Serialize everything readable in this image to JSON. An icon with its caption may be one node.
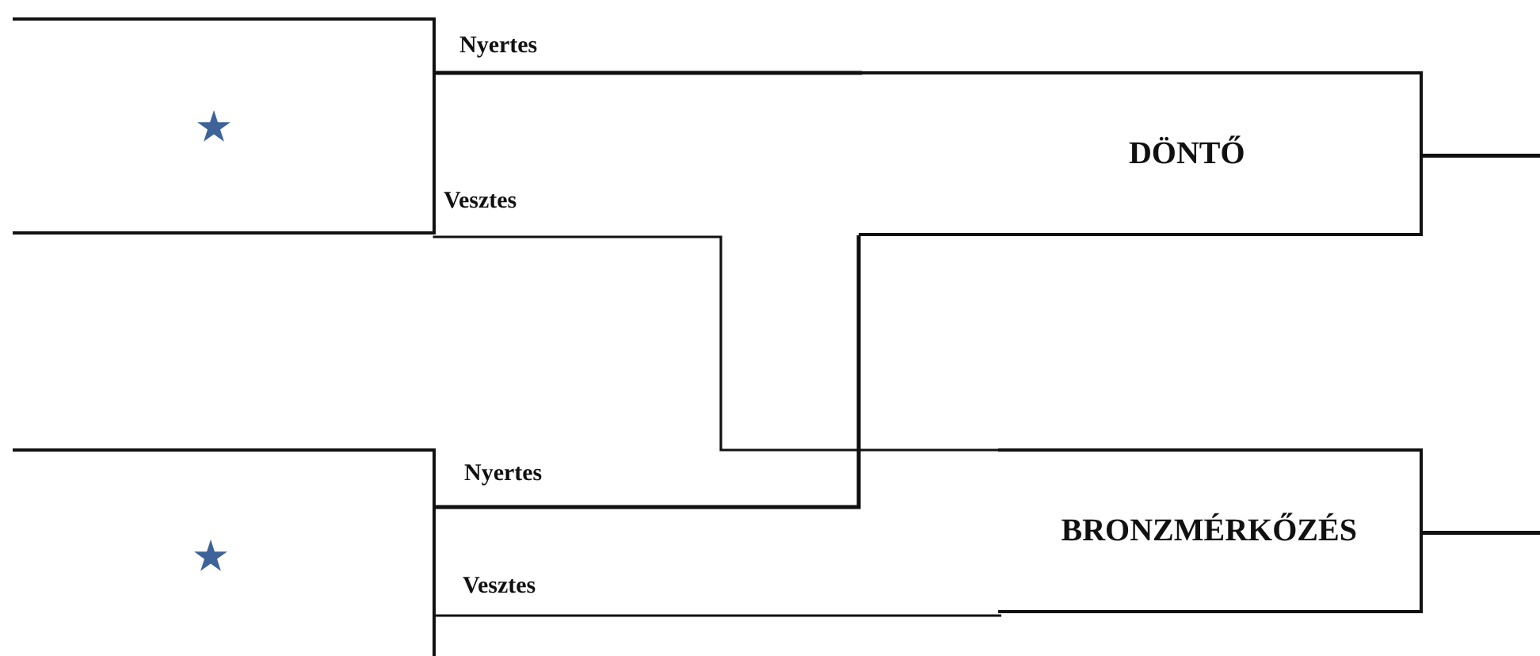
{
  "diagram": {
    "nodes": [
      {
        "text": [],
        "shape": "box"
      },
      {
        "text": [
          "DÖNTŐ"
        ]
      },
      {
        "text": [],
        "shape": "box"
      },
      {
        "text": [
          "BRONZMÉRKŐZÉS"
        ]
      }
    ],
    "edges": [
      {
        "from": 0,
        "to": 1,
        "arrow": "none",
        "label": "Nyertes"
      },
      {
        "from": 0,
        "to": 3,
        "arrow": "none",
        "label": "Vesztes"
      },
      {
        "from": 2,
        "to": 1,
        "arrow": "none",
        "label": "Nyertes"
      },
      {
        "from": 2,
        "to": 3,
        "arrow": "none",
        "label": "Vesztes"
      },
      {
        "from": 1,
        "to": null,
        "arrow": "none"
      },
      {
        "from": 3,
        "to": null,
        "arrow": "none"
      }
    ]
  }
}
